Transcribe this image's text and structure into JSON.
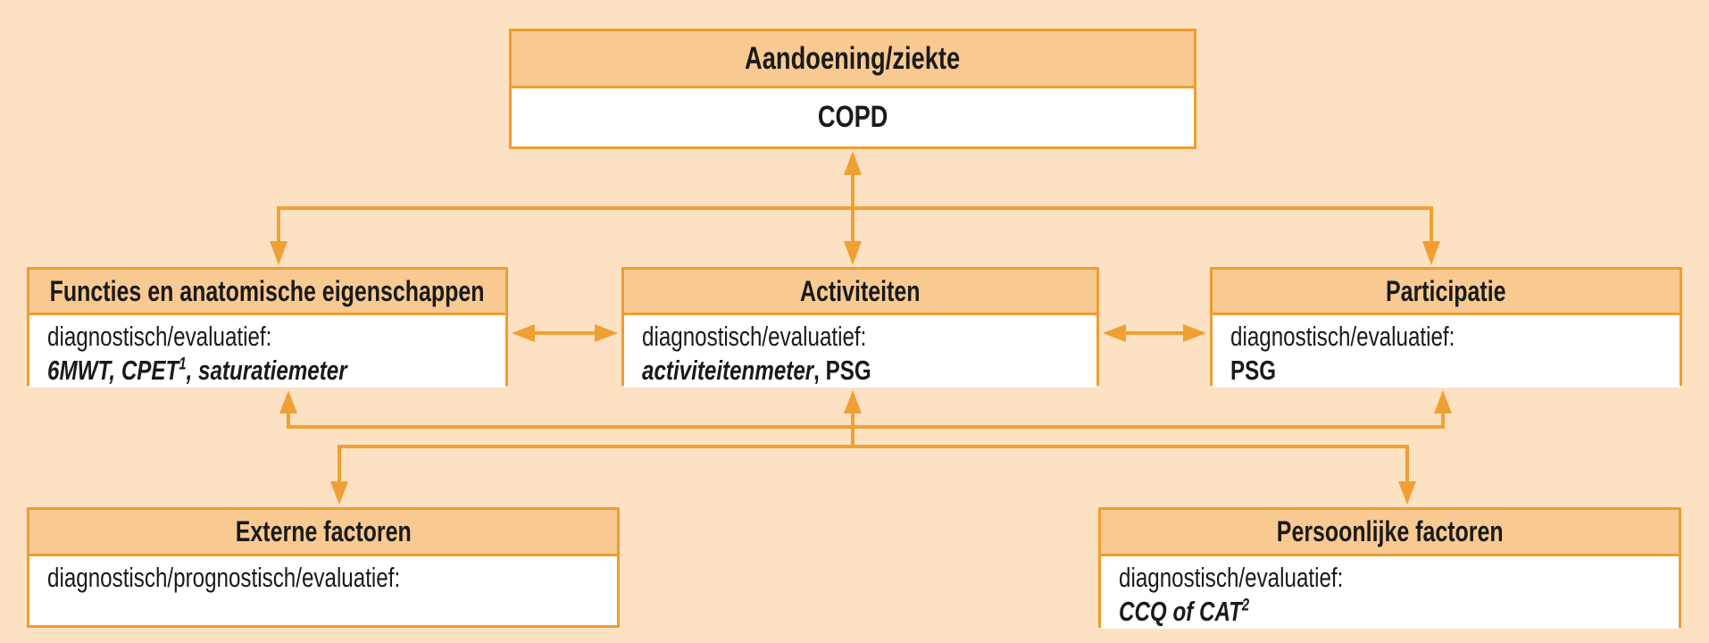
{
  "colors": {
    "background": "#FCE1C3",
    "header_fill": "#F8CA92",
    "border": "#F09C30",
    "arrow": "#F0A032",
    "text": "#1A1A1A"
  },
  "diagram": {
    "top_box": {
      "title": "Aandoening/ziekte",
      "value": "COPD"
    },
    "middle_row": [
      {
        "title": "Functies en anatomische eigenschappen",
        "label": "diagnostisch/evaluatief:",
        "detail_parts": [
          {
            "text": "6MWT, CPET",
            "style": "bold-italic"
          },
          {
            "text": "1",
            "style": "superscript-italic"
          },
          {
            "text": ", saturatiemeter",
            "style": "bold-italic"
          }
        ]
      },
      {
        "title": "Activiteiten",
        "label": "diagnostisch/evaluatief:",
        "detail_parts": [
          {
            "text": "activiteitenmeter",
            "style": "bold-italic"
          },
          {
            "text": ", PSG",
            "style": "bold"
          }
        ]
      },
      {
        "title": "Participatie",
        "label": "diagnostisch/evaluatief:",
        "detail_parts": [
          {
            "text": "PSG",
            "style": "bold"
          }
        ]
      }
    ],
    "bottom_row": [
      {
        "title": "Externe factoren",
        "label": "diagnostisch/prognostisch/evaluatief:",
        "detail_parts": []
      },
      {
        "title": "Persoonlijke factoren",
        "label": "diagnostisch/evaluatief:",
        "detail_parts": [
          {
            "text": "CCQ of CAT",
            "style": "bold-italic"
          },
          {
            "text": "2",
            "style": "superscript-italic"
          }
        ]
      }
    ]
  }
}
